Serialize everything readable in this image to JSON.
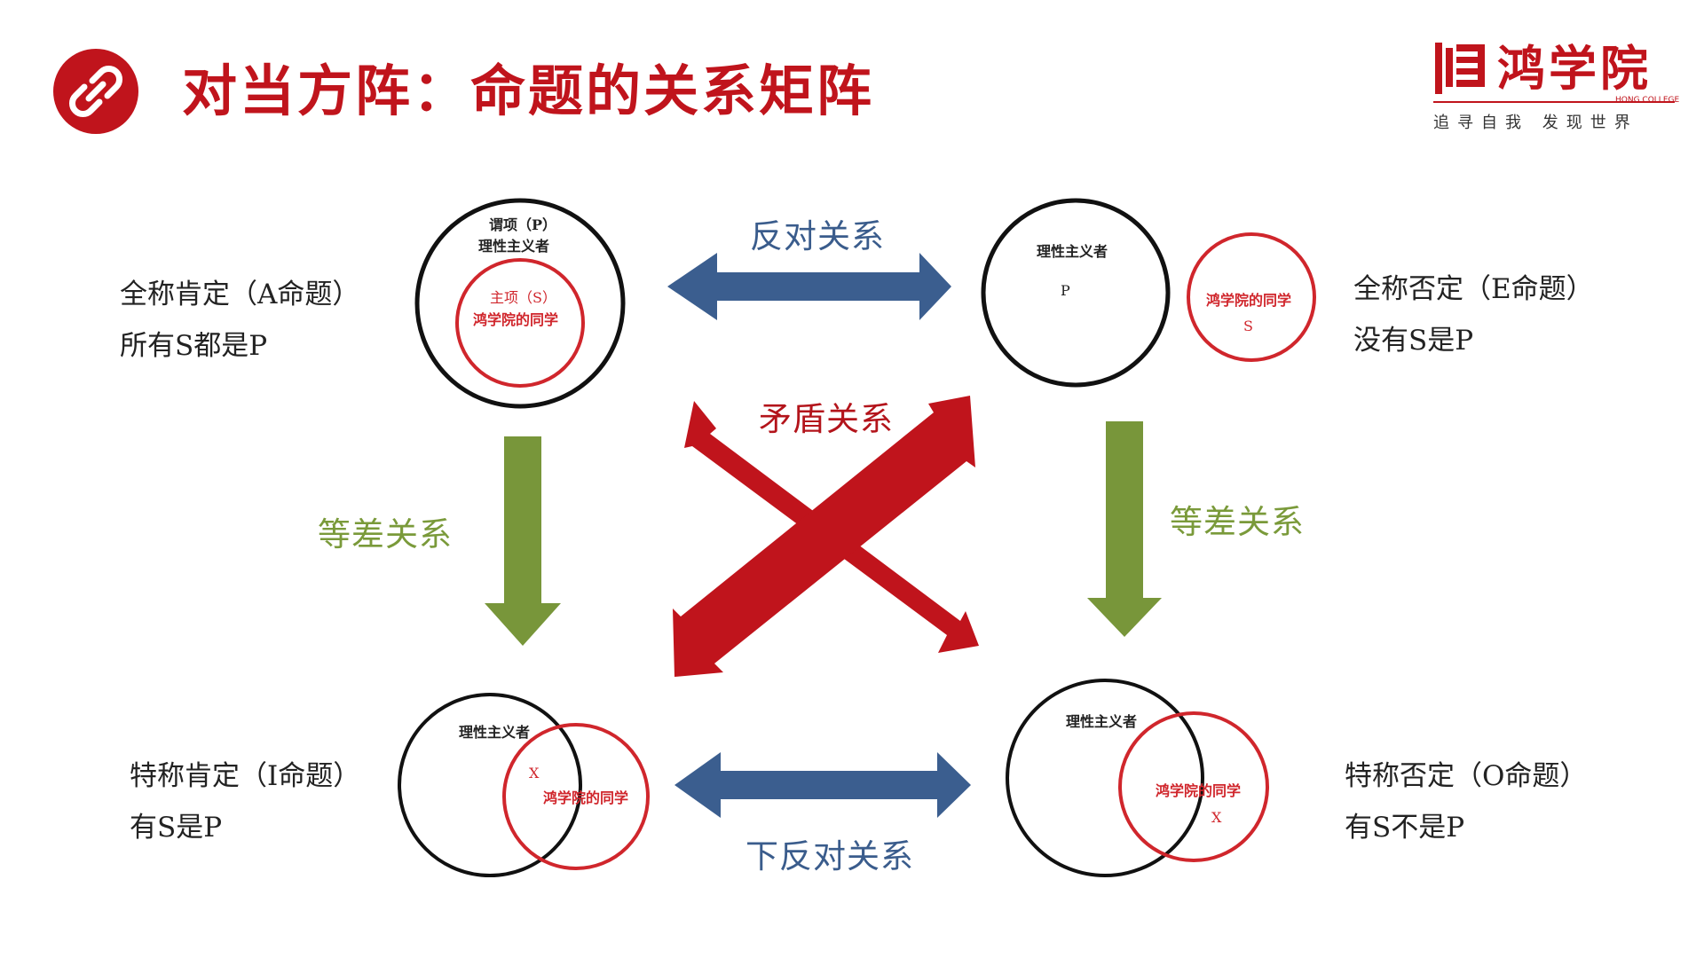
{
  "header": {
    "title": "对当方阵：命题的关系矩阵",
    "icon": "link-icon",
    "accent_color": "#c0141c"
  },
  "logo": {
    "name": "鸿学院",
    "english": "HONG COLLEGE",
    "slogan": "追寻自我  发现世界"
  },
  "propositions": {
    "A": {
      "type": "全称肯定（A命题）",
      "form": "所有S都是P"
    },
    "E": {
      "type": "全称否定（E命题）",
      "form": "没有S是P"
    },
    "I": {
      "type": "特称肯定（I命题）",
      "form": "有S是P"
    },
    "O": {
      "type": "特称否定（O命题）",
      "form": "有S不是P"
    }
  },
  "relations": {
    "contrary": "反对关系",
    "contradictory": "矛盾关系",
    "subalternation": "等差关系",
    "subcontrary": "下反对关系"
  },
  "venn": {
    "A": {
      "predicate_title": "谓项（P）",
      "predicate": "理性主义者",
      "subject_title": "主项（S）",
      "subject": "鸿学院的同学"
    },
    "E": {
      "predicate": "理性主义者",
      "predicate_mark": "P",
      "subject": "鸿学院的同学",
      "subject_mark": "S"
    },
    "I": {
      "predicate": "理性主义者",
      "subject": "鸿学院的同学",
      "mark": "X"
    },
    "O": {
      "predicate": "理性主义者",
      "subject": "鸿学院的同学",
      "mark": "X"
    }
  },
  "colors": {
    "contrary_arrow": "#3b5e8f",
    "contradictory_arrow": "#c0141c",
    "subalternation_arrow": "#78963a",
    "circle_predicate": "#111111",
    "circle_subject": "#d0262c"
  }
}
